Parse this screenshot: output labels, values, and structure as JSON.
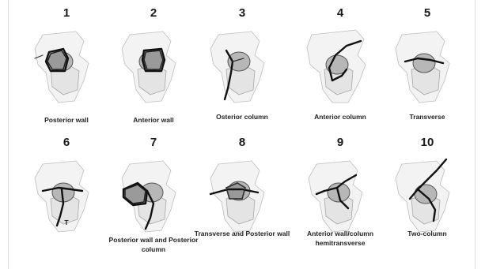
{
  "panels": [
    {
      "number": "1",
      "caption": "Posterior wall"
    },
    {
      "number": "2",
      "caption": "Anterior wall"
    },
    {
      "number": "3",
      "caption": "Osterior column"
    },
    {
      "number": "4",
      "caption": "Anterior column"
    },
    {
      "number": "5",
      "caption": "Transverse"
    },
    {
      "number": "6",
      "caption": "T"
    },
    {
      "number": "7",
      "caption": "Posterior wall and Posterior column"
    },
    {
      "number": "8",
      "caption": "Transverse and Posterior wall"
    },
    {
      "number": "9",
      "caption": "Anterior wall/column hemitransverse"
    },
    {
      "number": "10",
      "caption": "Two-column"
    }
  ]
}
